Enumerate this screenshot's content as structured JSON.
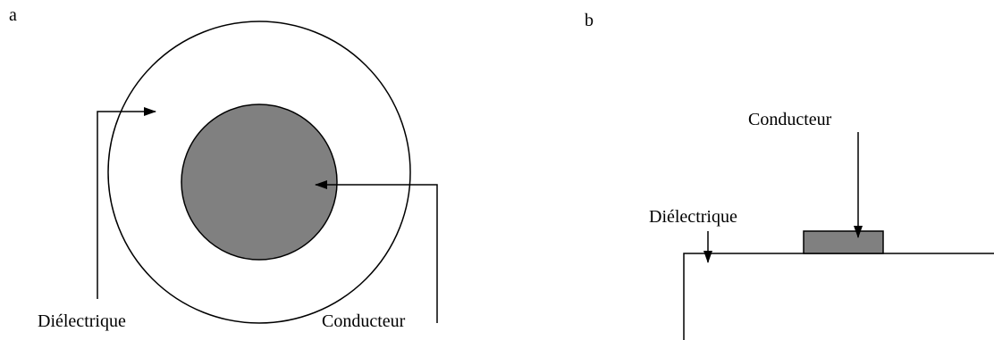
{
  "panels": {
    "a": {
      "label": "a",
      "dielectric_label": "Diélectrique",
      "conductor_label": "Conducteur"
    },
    "b": {
      "label": "b",
      "dielectric_label": "Diélectrique",
      "conductor_label": "Conducteur"
    }
  },
  "colors": {
    "conductor_fill": "#808080",
    "line": "#000000",
    "background": "#ffffff"
  }
}
